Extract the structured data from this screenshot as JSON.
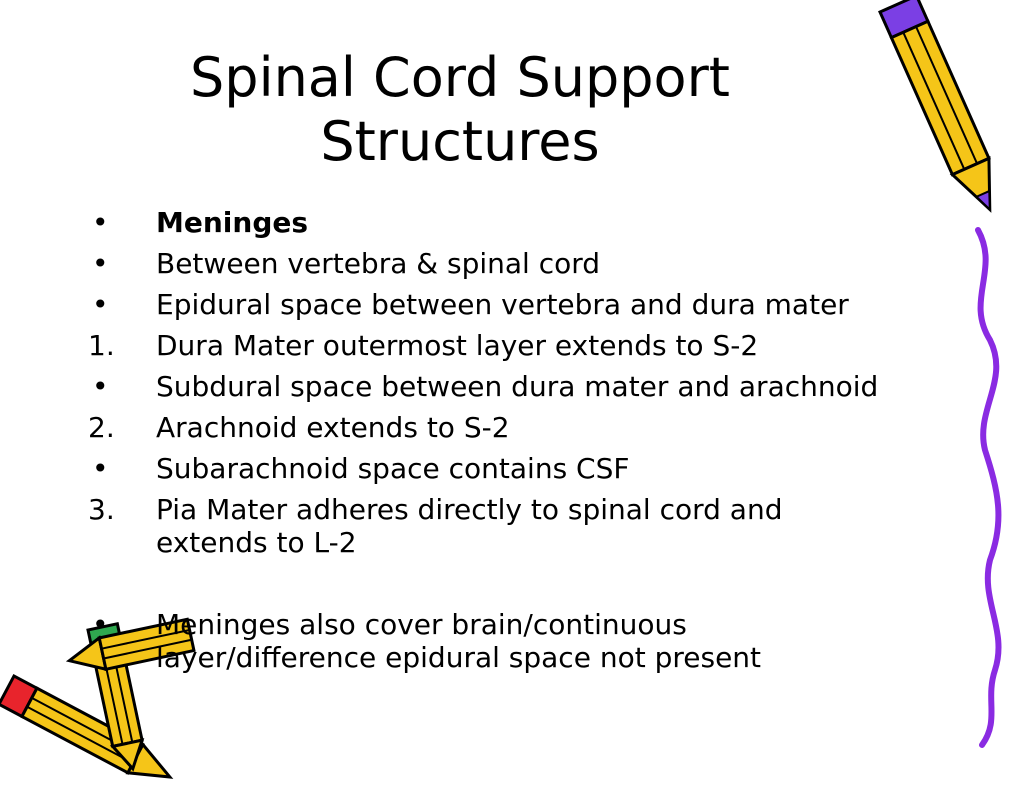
{
  "slide": {
    "title_lines": [
      "Spinal Cord Support",
      "Structures"
    ],
    "items": [
      {
        "marker": "•",
        "text": "Meninges",
        "bold": true
      },
      {
        "marker": "•",
        "text": "Between vertebra & spinal cord"
      },
      {
        "marker": "•",
        "text": "Epidural space between vertebra and dura mater"
      },
      {
        "marker": "1.",
        "text": "Dura Mater outermost layer extends to S-2"
      },
      {
        "marker": "•",
        "text": "Subdural space between dura mater and arachnoid"
      },
      {
        "marker": "2.",
        "text": "Arachnoid extends to S-2"
      },
      {
        "marker": "•",
        "text": "Subarachnoid space contains CSF"
      },
      {
        "marker": "3.",
        "text": "Pia Mater adheres directly to spinal cord and extends to L-2"
      },
      {
        "marker": "",
        "text": ""
      },
      {
        "marker": "•",
        "text": "Meninges also cover brain/continuous layer/difference epidural space not present"
      }
    ]
  },
  "colors": {
    "pencil_body": "#f5c518",
    "pencil_outline": "#000000",
    "eraser_purple": "#7b3fe4",
    "eraser_red": "#e8242c",
    "eraser_green": "#2fa84f",
    "wavy_line": "#8a2be2"
  },
  "decorations": [
    "pencil-icon",
    "pencil-icon",
    "pencil-icon",
    "wavy-line"
  ]
}
